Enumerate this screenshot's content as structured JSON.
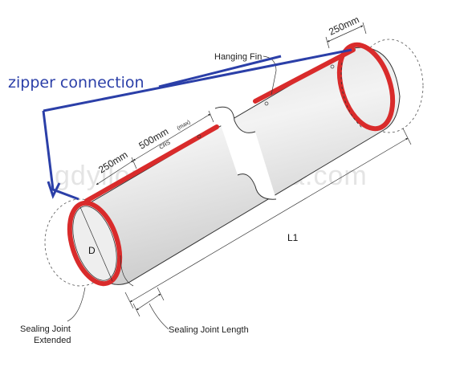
{
  "labels": {
    "zipper_connection": "zipper connection",
    "hanging_fin": "Hanging Fin",
    "dim_250_top": "250mm",
    "dim_250_left": "250mm",
    "dim_500": "500mm",
    "dim_max": "(max)",
    "dim_crs": "CRS",
    "diameter": "D",
    "length": "L1",
    "sealing_joint_length": "Sealing Joint Length",
    "sealing_joint_extended_line1": "Sealing Joint",
    "sealing_joint_extended_line2": "Extended"
  },
  "watermark": "gdyilong.en.alibaba.com",
  "colors": {
    "accent_red": "#d92b2b",
    "arrow_blue": "#2b3fa8",
    "tube_fill": "#e9e9e9",
    "outline": "#333333"
  }
}
